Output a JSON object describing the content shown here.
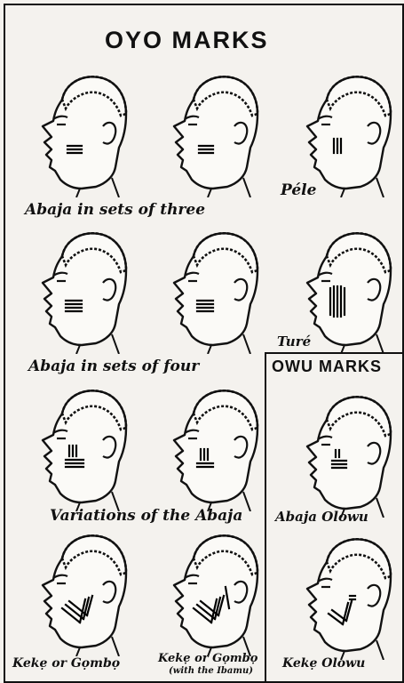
{
  "oyo_section": {
    "title": "OYO MARKS",
    "captions": {
      "abaja_three": "Abaja in sets of three",
      "pele": "Péle",
      "abaja_four": "Abaja in sets of four",
      "ture": "Turé",
      "variations": "Variations of the Abaja",
      "keke_gombo": "Kekẹ or Gọmbọ",
      "keke_gombo_ibamu_line1": "Kekẹ or Gọmbọ",
      "keke_gombo_ibamu_line2": "(with the Ibamu)"
    }
  },
  "owu_section": {
    "title": "OWU MARKS",
    "captions": {
      "abaja_olowu": "Abaja Olowu",
      "keke_olowu": "Kekẹ Olowu"
    }
  }
}
